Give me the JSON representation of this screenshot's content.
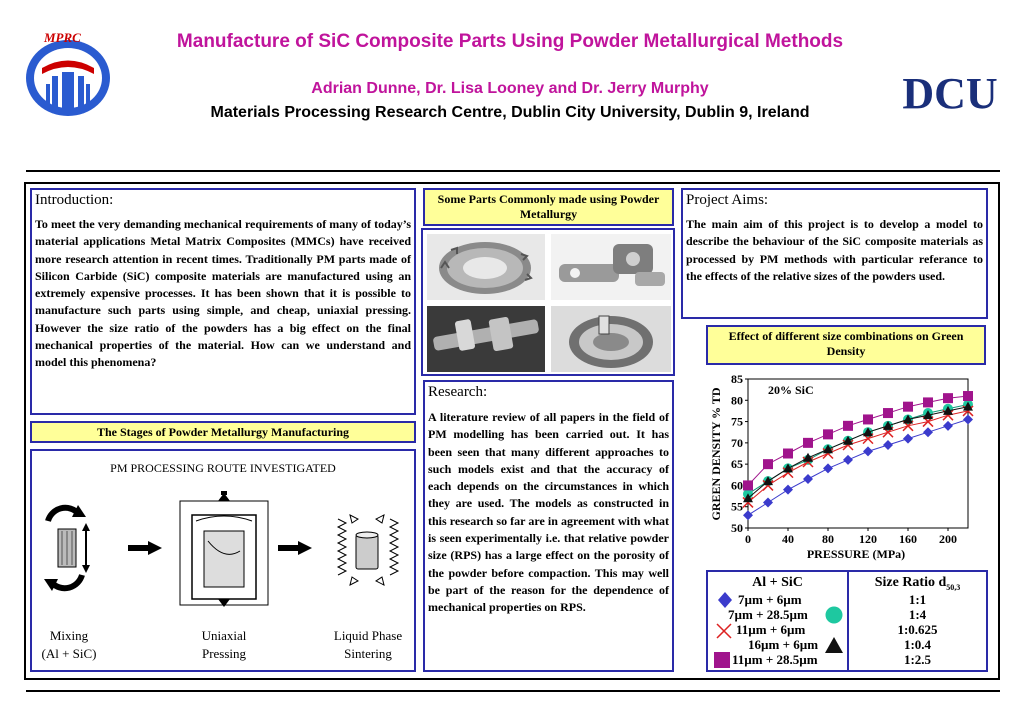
{
  "header": {
    "mprc_label": "MPRC",
    "title": "Manufacture of SiC Composite Parts Using Powder Metallurgical Methods",
    "authors": "Adrian Dunne, Dr. Lisa Looney and Dr. Jerry Murphy",
    "affiliation": "Materials Processing Research Centre, Dublin City University, Dublin 9, Ireland",
    "dcu_logo": "DCU"
  },
  "introduction": {
    "heading": "Introduction:",
    "body": "To meet the very demanding mechanical requirements of many of today’s material applications Metal Matrix Composites (MMCs) have received more research attention in recent times. Traditionally PM parts made of Silicon Carbide (SiC) composite materials are manufactured using an extremely expensive processes. It has been shown that it is possible to manufacture such parts using simple, and cheap, uniaxial pressing. However the size ratio of the powders has a big effect on the final mechanical properties of the material. How can we understand and model this phenomena?"
  },
  "stages": {
    "title": "The Stages of Powder Metallurgy Manufacturing",
    "route_title": "PM PROCESSING ROUTE INVESTIGATED",
    "steps": [
      {
        "line1": "Mixing",
        "line2": "(Al + SiC)"
      },
      {
        "line1": "Uniaxial",
        "line2": "Pressing"
      },
      {
        "line1": "Liquid Phase",
        "line2": "Sintering"
      }
    ]
  },
  "parts": {
    "title": "Some Parts Commonly made using Powder Metallurgy"
  },
  "research": {
    "heading": "Research:",
    "body": "A literature review of all papers in the field of PM modelling has been carried out. It has been seen that many different approaches to such models exist and that the accuracy of each depends on the circumstances in which they are used. The models as constructed in this research so far are in agreement with what is seen experimentally i.e. that relative powder size (RPS) has a large effect on the porosity of the powder before compaction. This may well be part of the reason for the dependence of mechanical properties on RPS."
  },
  "aims": {
    "heading": "Project Aims:",
    "body": "The main aim of this project is to develop a model to describe the behaviour of the SiC composite materials as processed by PM methods with particular referance to the effects of the relative sizes of the powders used."
  },
  "effect_title": "Effect of different size combinations on Green Density",
  "chart_data": {
    "type": "scatter",
    "annotation": "20% SiC",
    "xlabel": "PRESSURE (MPa)",
    "ylabel": "GREEN DENSITY % TD",
    "xlim": [
      0,
      220
    ],
    "ylim": [
      50,
      85
    ],
    "xticks": [
      "0",
      "40",
      "80",
      "120",
      "160",
      "200"
    ],
    "yticks": [
      "50",
      "55",
      "60",
      "65",
      "70",
      "75",
      "80",
      "85"
    ],
    "series": [
      {
        "name": "7µm + 6µm",
        "marker": "diamond",
        "color": "#3b3bcc",
        "x": [
          0,
          20,
          40,
          60,
          80,
          100,
          120,
          140,
          160,
          180,
          200,
          220
        ],
        "y": [
          53,
          56,
          59,
          61.5,
          64,
          66,
          68,
          69.5,
          71,
          72.5,
          74,
          75.5
        ]
      },
      {
        "name": "7µm + 28.5µm",
        "marker": "circle",
        "color": "#1ec8a0",
        "x": [
          0,
          20,
          40,
          60,
          80,
          100,
          120,
          140,
          160,
          180,
          200,
          220
        ],
        "y": [
          58,
          61,
          64,
          66,
          68.5,
          70.5,
          72.5,
          74,
          75.5,
          77,
          78,
          79
        ]
      },
      {
        "name": "11µm + 6µm",
        "marker": "cross",
        "color": "#dd2222",
        "x": [
          0,
          20,
          40,
          60,
          80,
          100,
          120,
          140,
          160,
          180,
          200,
          220
        ],
        "y": [
          56,
          60,
          63,
          65.5,
          67.5,
          69.5,
          71,
          72.5,
          74,
          75,
          76.5,
          77.5
        ]
      },
      {
        "name": "16µm + 6µm",
        "marker": "triangle",
        "color": "#111111",
        "x": [
          0,
          20,
          40,
          60,
          80,
          100,
          120,
          140,
          160,
          180,
          200,
          220
        ],
        "y": [
          57,
          61,
          64,
          66.5,
          68.5,
          70.5,
          72.5,
          74,
          75.5,
          76.5,
          77.5,
          78.5
        ]
      },
      {
        "name": "11µm + 28.5µm",
        "marker": "square",
        "color": "#a0148c",
        "x": [
          0,
          20,
          40,
          60,
          80,
          100,
          120,
          140,
          160,
          180,
          200,
          220
        ],
        "y": [
          60,
          65,
          67.5,
          70,
          72,
          74,
          75.5,
          77,
          78.5,
          79.5,
          80.5,
          81
        ]
      }
    ]
  },
  "size_table": {
    "col1_header": "Al + SiC",
    "col2_header": "Size Ratio d",
    "col2_sub": "50,3",
    "rows": [
      {
        "combo": "7µm + 6µm",
        "ratio": "1:1"
      },
      {
        "combo": "7µm + 28.5µm",
        "ratio": "1:4"
      },
      {
        "combo": "11µm + 6µm",
        "ratio": "1:0.625"
      },
      {
        "combo": "16µm + 6µm",
        "ratio": "1:0.4"
      },
      {
        "combo": "11µm + 28.5µm",
        "ratio": "1:2.5"
      }
    ]
  }
}
